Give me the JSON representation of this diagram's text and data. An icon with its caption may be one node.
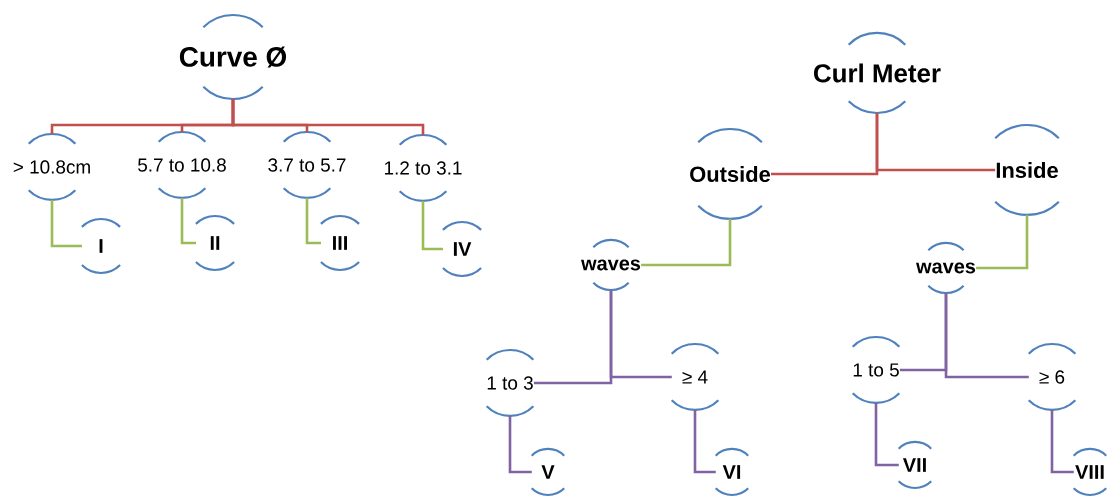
{
  "diagram": {
    "nodes": [
      {
        "text": [
          "Curve Ø"
        ]
      },
      {
        "text": [
          "> 10.8cm"
        ]
      },
      {
        "text": [
          "5.7 to 10.8"
        ]
      },
      {
        "text": [
          "3.7 to 5.7"
        ]
      },
      {
        "text": [
          "1.2 to 3.1"
        ]
      },
      {
        "text": [
          "I"
        ]
      },
      {
        "text": [
          "II"
        ]
      },
      {
        "text": [
          "III"
        ]
      },
      {
        "text": [
          "IV"
        ]
      },
      {
        "text": [
          "Curl Meter"
        ]
      },
      {
        "text": [
          "Outside"
        ]
      },
      {
        "text": [
          "Inside"
        ]
      },
      {
        "text": [
          "waves"
        ]
      },
      {
        "text": [
          "waves"
        ]
      },
      {
        "text": [
          "1 to 3"
        ]
      },
      {
        "text": [
          "≥ 4"
        ]
      },
      {
        "text": [
          "1 to 5"
        ]
      },
      {
        "text": [
          "≥ 6"
        ]
      },
      {
        "text": [
          "V"
        ]
      },
      {
        "text": [
          "VI"
        ]
      },
      {
        "text": [
          "VII"
        ]
      },
      {
        "text": [
          "VIII"
        ]
      }
    ],
    "edges": [
      {
        "from": 0,
        "to": 1,
        "arrow": "none",
        "color": "#c0504d"
      },
      {
        "from": 0,
        "to": 2,
        "arrow": "none",
        "color": "#c0504d"
      },
      {
        "from": 0,
        "to": 3,
        "arrow": "none",
        "color": "#c0504d"
      },
      {
        "from": 0,
        "to": 4,
        "arrow": "none",
        "color": "#c0504d"
      },
      {
        "from": 1,
        "to": 5,
        "arrow": "none",
        "color": "#9bbb59"
      },
      {
        "from": 2,
        "to": 6,
        "arrow": "none",
        "color": "#9bbb59"
      },
      {
        "from": 3,
        "to": 7,
        "arrow": "none",
        "color": "#9bbb59"
      },
      {
        "from": 4,
        "to": 8,
        "arrow": "none",
        "color": "#9bbb59"
      },
      {
        "from": 9,
        "to": 10,
        "arrow": "none",
        "color": "#c0504d"
      },
      {
        "from": 9,
        "to": 11,
        "arrow": "none",
        "color": "#c0504d"
      },
      {
        "from": 10,
        "to": 12,
        "arrow": "none",
        "color": "#9bbb59"
      },
      {
        "from": 11,
        "to": 13,
        "arrow": "none",
        "color": "#9bbb59"
      },
      {
        "from": 12,
        "to": 14,
        "arrow": "none"
      },
      {
        "from": 12,
        "to": 15,
        "arrow": "none"
      },
      {
        "from": 13,
        "to": 16,
        "arrow": "none"
      },
      {
        "from": 13,
        "to": 17,
        "arrow": "none"
      },
      {
        "from": 14,
        "to": 18,
        "arrow": "none"
      },
      {
        "from": 15,
        "to": 19,
        "arrow": "none"
      },
      {
        "from": 16,
        "to": 20,
        "arrow": "none"
      },
      {
        "from": 17,
        "to": 21,
        "arrow": "none"
      }
    ]
  }
}
